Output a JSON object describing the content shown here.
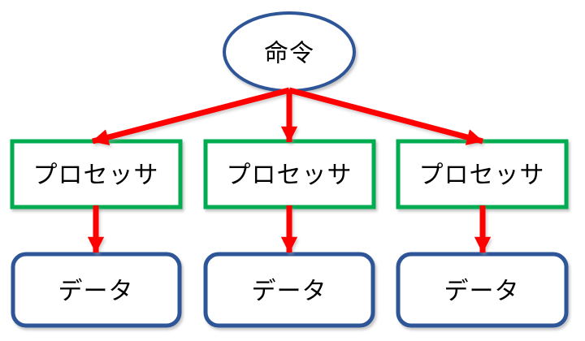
{
  "diagram": {
    "type": "tree",
    "root": {
      "id": "instruction",
      "label": "命令",
      "shape": "ellipse"
    },
    "processors": [
      {
        "id": "processor-1",
        "label": "プロセッサ",
        "shape": "rectangle"
      },
      {
        "id": "processor-2",
        "label": "プロセッサ",
        "shape": "rectangle"
      },
      {
        "id": "processor-3",
        "label": "プロセッサ",
        "shape": "rectangle"
      }
    ],
    "data_nodes": [
      {
        "id": "data-1",
        "label": "データ",
        "shape": "rounded-rectangle"
      },
      {
        "id": "data-2",
        "label": "データ",
        "shape": "rounded-rectangle"
      },
      {
        "id": "data-3",
        "label": "データ",
        "shape": "rounded-rectangle"
      }
    ],
    "edges": [
      {
        "from": "instruction",
        "to": "processor-1",
        "style": "red-arrow"
      },
      {
        "from": "instruction",
        "to": "processor-2",
        "style": "red-arrow"
      },
      {
        "from": "instruction",
        "to": "processor-3",
        "style": "red-arrow"
      },
      {
        "from": "processor-1",
        "to": "data-1",
        "style": "red-arrow"
      },
      {
        "from": "processor-2",
        "to": "data-2",
        "style": "red-arrow"
      },
      {
        "from": "processor-3",
        "to": "data-3",
        "style": "red-arrow"
      }
    ]
  },
  "colors": {
    "background": "#FFFFFF",
    "shape_fill": "#FFFFFF",
    "ellipse_border": "#2E5597",
    "processor_border": "#00AC50",
    "data_border": "#2E5597",
    "arrow": "#FF0000",
    "text": "#000000"
  }
}
